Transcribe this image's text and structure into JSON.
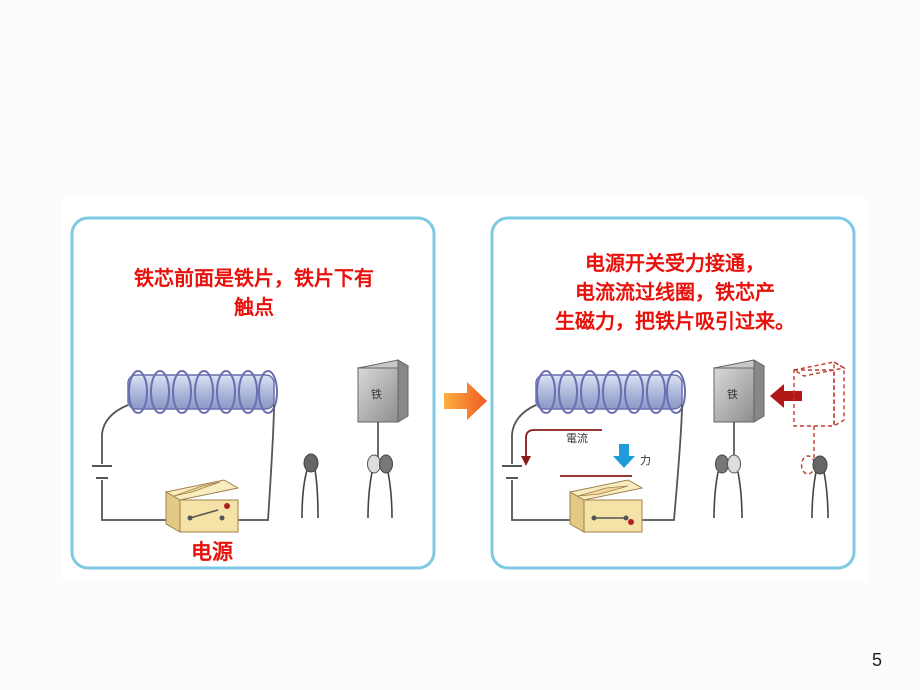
{
  "left_panel": {
    "caption_lines": [
      "铁芯前面是铁片，铁片下有",
      "触点"
    ],
    "iron_label": "铁",
    "power_label": "电源"
  },
  "right_panel": {
    "caption_lines": [
      "电源开关受力接通，",
      "电流流过线圈，铁芯产",
      "生磁力，把铁片吸引过来。"
    ],
    "iron_label": "铁",
    "current_label": "電流",
    "force_label": "力"
  },
  "page_number": "5",
  "colors": {
    "caption_red": "#e8120c",
    "panel_border": "#7ec9e3",
    "coil_fill": "#b9c4e2",
    "coil_wire": "#6a6fb0",
    "switch_fill": "#f5e2a6",
    "arrow_orange": "#f47b20",
    "force_arrow": "#1f9bd8",
    "pull_arrow": "#b01818"
  }
}
